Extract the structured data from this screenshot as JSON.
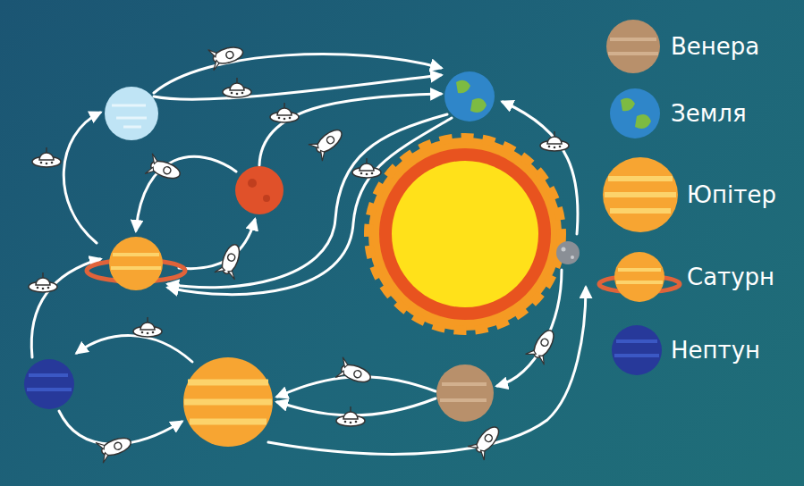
{
  "diagram": {
    "legend": [
      {
        "text": "Венера"
      },
      {
        "text": "Земля"
      },
      {
        "text": "Юпітер"
      },
      {
        "text": "Сатурн"
      },
      {
        "text": "Нептун"
      }
    ]
  }
}
